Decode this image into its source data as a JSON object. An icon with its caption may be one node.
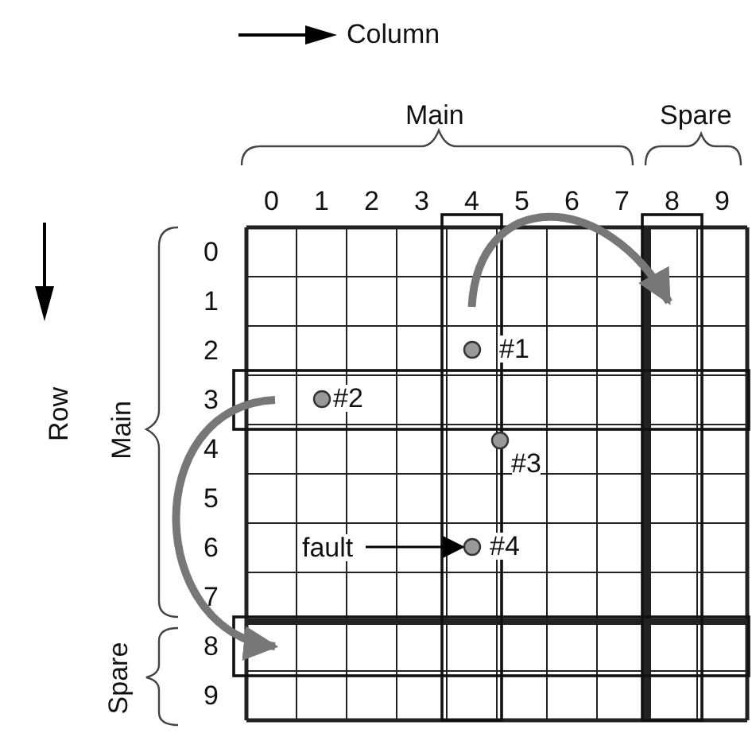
{
  "diagram": {
    "nodes": [
      {
        "text": [],
        "shape": "box"
      },
      {
        "text": [],
        "shape": "box"
      },
      {
        "text": [],
        "shape": "box"
      },
      {
        "text": [],
        "shape": "box"
      },
      {
        "text": [],
        "shape": "circle",
        "beside": [
          "#1"
        ],
        "in": 0
      },
      {
        "text": [],
        "shape": "circle",
        "beside": [
          "#2"
        ],
        "in": 2
      },
      {
        "text": [],
        "shape": "circle",
        "beside": [
          "#3"
        ]
      },
      {
        "text": [],
        "shape": "circle",
        "beside": [
          "#4"
        ],
        "in": 0
      },
      {
        "text": [
          "fault"
        ]
      }
    ],
    "edges": [
      {
        "from": 0,
        "to": 1,
        "arrow": "to"
      },
      {
        "from": 2,
        "to": 3,
        "arrow": "to"
      },
      {
        "from": 8,
        "to": 7,
        "arrow": "to",
        "color": "#000000"
      }
    ],
    "labels": [
      "Column",
      "Main",
      "Spare",
      "0",
      "1",
      "2",
      "3",
      "4",
      "5",
      "6",
      "7",
      "8",
      "9",
      "Row",
      "Main",
      "Spare",
      "0",
      "1",
      "2",
      "3",
      "4",
      "5",
      "6",
      "7",
      "8",
      "9"
    ]
  }
}
